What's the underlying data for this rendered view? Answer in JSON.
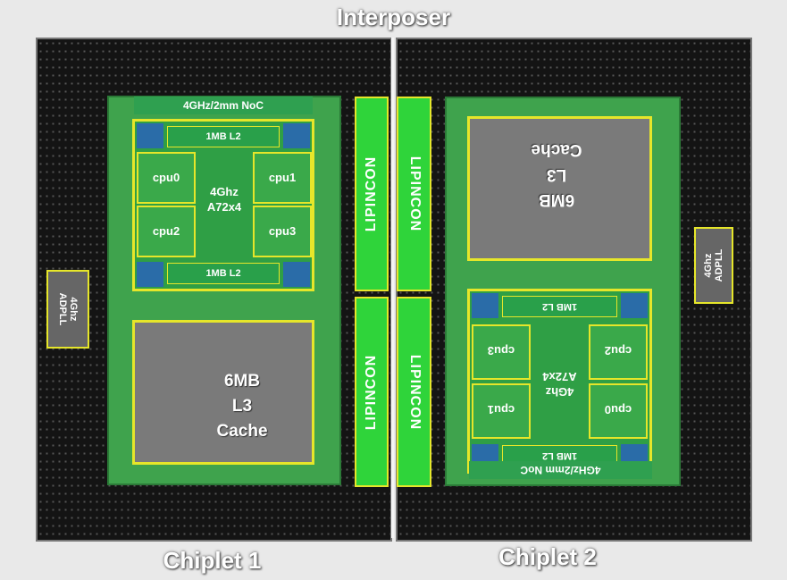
{
  "title": "Interposer",
  "chiplets": [
    {
      "label": "Chiplet 1",
      "noc": "4GHz/2mm NoC",
      "l2_top": "1MB L2",
      "l2_bottom": "1MB L2",
      "core": [
        "4Ghz",
        "A72x4"
      ],
      "cpus": [
        "cpu0",
        "cpu1",
        "cpu2",
        "cpu3"
      ],
      "l3": [
        "6MB",
        "L3",
        "Cache"
      ],
      "pll": [
        "4Ghz",
        "ADPLL"
      ]
    },
    {
      "label": "Chiplet 2",
      "noc": "4GHz/2mm NoC",
      "l2_top": "1MB L2",
      "l2_bottom": "1MB L2",
      "core": [
        "4Ghz",
        "A72x4"
      ],
      "cpus": [
        "cpu0",
        "cpu1",
        "cpu2",
        "cpu3"
      ],
      "l3": [
        "6MB",
        "L3",
        "Cache"
      ],
      "pll": [
        "4Ghz",
        "ADPLL"
      ]
    }
  ],
  "lipincon": [
    "LIPINCON",
    "LIPINCON",
    "LIPINCON",
    "LIPINCON"
  ]
}
